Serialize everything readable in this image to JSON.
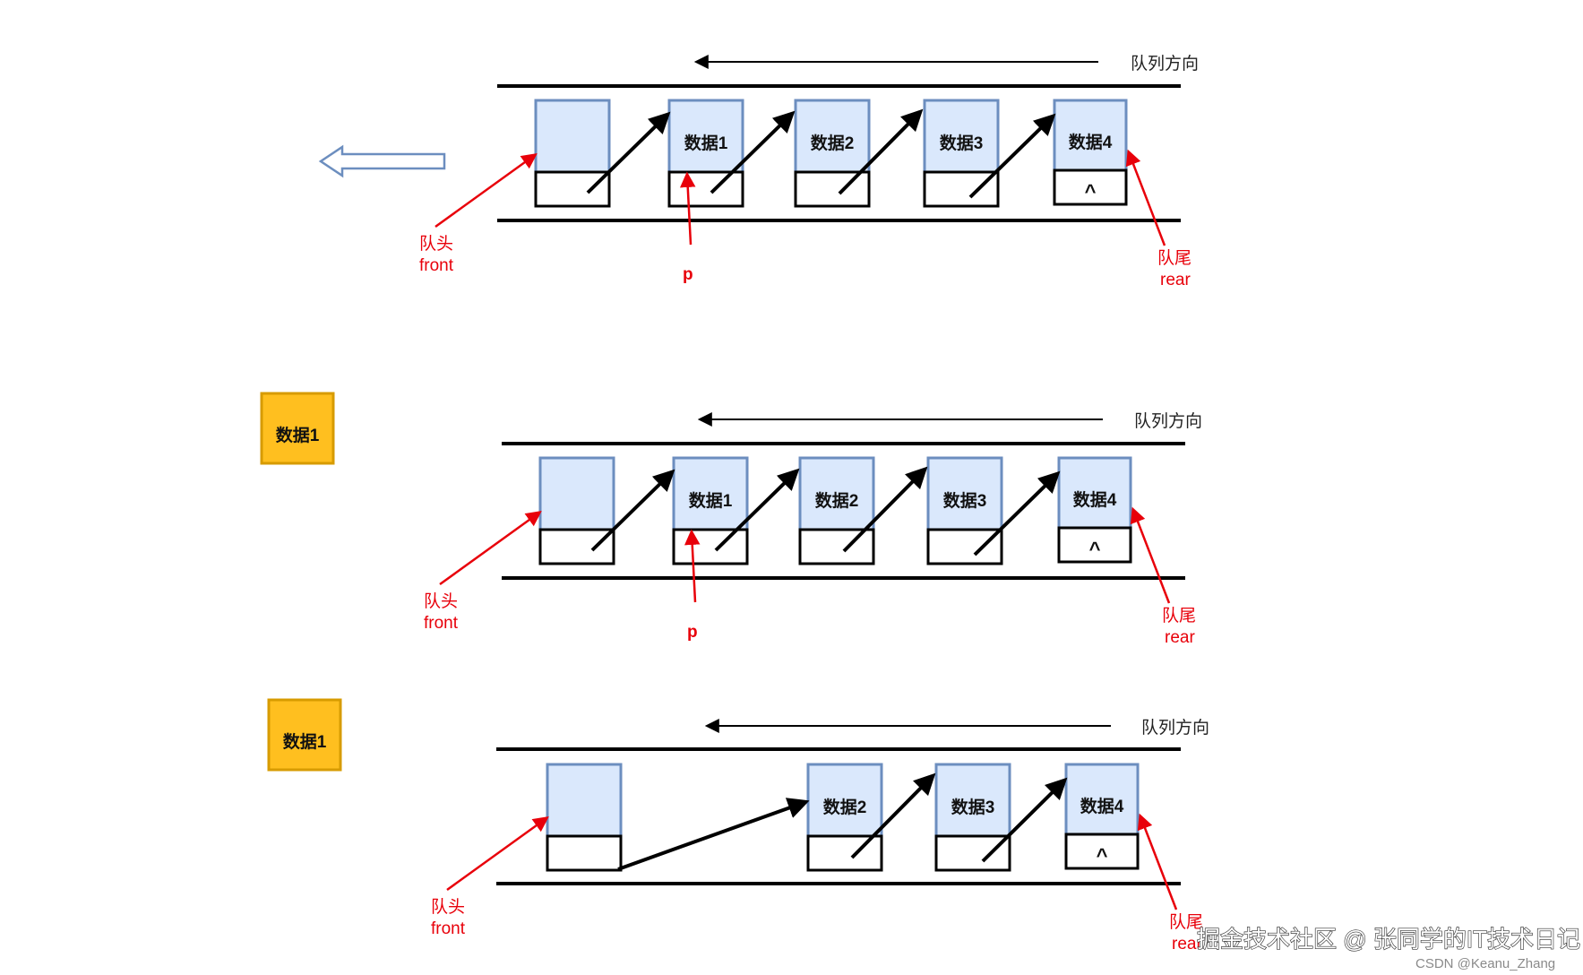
{
  "panels": [
    {
      "direction_label": "队列方向",
      "front_label": "队头",
      "front_label_en": "front",
      "rear_label": "队尾",
      "rear_label_en": "rear",
      "pointer_label": "p",
      "nodes": [
        {
          "label": "",
          "ptr": ""
        },
        {
          "label": "数据1",
          "ptr": ""
        },
        {
          "label": "数据2",
          "ptr": ""
        },
        {
          "label": "数据3",
          "ptr": ""
        },
        {
          "label": "数据4",
          "ptr": "^"
        }
      ]
    },
    {
      "direction_label": "队列方向",
      "front_label": "队头",
      "front_label_en": "front",
      "rear_label": "队尾",
      "rear_label_en": "rear",
      "pointer_label": "p",
      "dequeued_label": "数据1",
      "nodes": [
        {
          "label": "",
          "ptr": ""
        },
        {
          "label": "数据1",
          "ptr": ""
        },
        {
          "label": "数据2",
          "ptr": ""
        },
        {
          "label": "数据3",
          "ptr": ""
        },
        {
          "label": "数据4",
          "ptr": "^"
        }
      ]
    },
    {
      "direction_label": "队列方向",
      "front_label": "队头",
      "front_label_en": "front",
      "rear_label": "队尾",
      "rear_label_en": "rear",
      "dequeued_label": "数据1",
      "nodes": [
        {
          "label": "",
          "ptr": ""
        },
        {
          "label": "数据2",
          "ptr": ""
        },
        {
          "label": "数据3",
          "ptr": ""
        },
        {
          "label": "数据4",
          "ptr": "^"
        }
      ]
    }
  ],
  "watermark": {
    "main": "掘金技术社区 @ 张同学的IT技术日记",
    "sub": "CSDN @Keanu_Zhang"
  },
  "colors": {
    "node_fill": "#dae8fc",
    "node_border": "#6c8ebf",
    "pointer_red": "#e8000a",
    "dequeued_fill": "#ffbf1f",
    "dequeued_border": "#d79b00",
    "link_arrow": "#000000"
  }
}
